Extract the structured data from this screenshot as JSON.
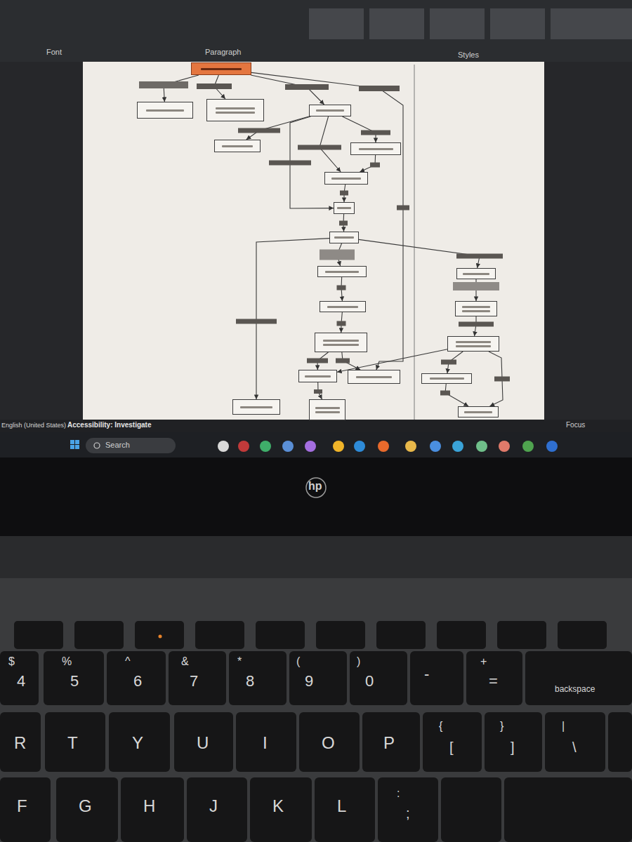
{
  "diagram": {
    "nodes": [
      {
        "text": []
      },
      {
        "text": []
      },
      {
        "text": []
      },
      {
        "text": []
      },
      {
        "text": []
      },
      {
        "text": []
      },
      {
        "text": []
      },
      {
        "text": []
      },
      {
        "text": []
      },
      {
        "text": []
      },
      {
        "text": []
      },
      {
        "text": []
      },
      {
        "text": []
      },
      {
        "text": []
      },
      {
        "text": []
      },
      {
        "text": []
      },
      {
        "text": []
      },
      {
        "text": []
      },
      {
        "text": []
      },
      {
        "text": []
      },
      {
        "text": []
      }
    ],
    "edges": [
      {
        "from": 0,
        "to": 1,
        "arrow": "to"
      },
      {
        "from": 0,
        "to": 2,
        "arrow": "to"
      },
      {
        "from": 0,
        "to": 3,
        "arrow": "to"
      },
      {
        "from": 0,
        "to": 13,
        "arrow": "to"
      },
      {
        "from": 3,
        "to": 4,
        "arrow": "to"
      },
      {
        "from": 3,
        "to": 5,
        "arrow": "to"
      },
      {
        "from": 3,
        "to": 6,
        "arrow": "to"
      },
      {
        "from": 3,
        "to": 7,
        "arrow": "to"
      },
      {
        "from": 5,
        "to": 6,
        "arrow": "to"
      },
      {
        "from": 6,
        "to": 7,
        "arrow": "to"
      },
      {
        "from": 7,
        "to": 8,
        "arrow": "to"
      },
      {
        "from": 8,
        "to": 15,
        "arrow": "to"
      },
      {
        "from": 8,
        "to": 9,
        "arrow": "to"
      },
      {
        "from": 8,
        "to": 16,
        "arrow": "to"
      },
      {
        "from": 9,
        "to": 10,
        "arrow": "to"
      },
      {
        "from": 10,
        "to": 11,
        "arrow": "to"
      },
      {
        "from": 11,
        "to": 12,
        "arrow": "to"
      },
      {
        "from": 11,
        "to": 13,
        "arrow": "to"
      },
      {
        "from": 12,
        "to": 14,
        "arrow": "to"
      },
      {
        "from": 16,
        "to": 17,
        "arrow": "to"
      },
      {
        "from": 17,
        "to": 18,
        "arrow": "to"
      },
      {
        "from": 18,
        "to": 12,
        "arrow": "to"
      },
      {
        "from": 18,
        "to": 19,
        "arrow": "to"
      },
      {
        "from": 19,
        "to": 20,
        "arrow": "to"
      },
      {
        "from": 18,
        "to": 20,
        "arrow": "to"
      }
    ],
    "labels": [
      "Font",
      "Paragraph",
      "Styles",
      "English (United States)",
      "Accessibility: Investigate",
      "Search",
      "Focus",
      "hp",
      "$",
      "4",
      "%",
      "5",
      "^",
      "6",
      "&",
      "7",
      "*",
      "8",
      "(",
      "9",
      ")",
      "0",
      "-",
      "+",
      "=",
      "backspace",
      "R",
      "T",
      "Y",
      "U",
      "I",
      "O",
      "P",
      "{",
      "[",
      "}",
      "]",
      "|",
      "\\",
      "F",
      "G",
      "H",
      "J",
      "K",
      "L",
      ":",
      ";"
    ]
  }
}
